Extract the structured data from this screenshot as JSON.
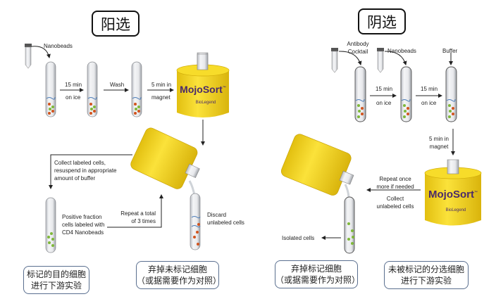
{
  "positive_selection": {
    "title": "阳选",
    "labels": {
      "reagent": "Nanobeads",
      "step1_line1": "15 min",
      "step1_line2": "on ice",
      "step2": "Wash",
      "step3_line1": "5 min in",
      "step3_line2": "magnet",
      "collect_line1": "Collect labeled cells,",
      "collect_line2": "resuspend in appropriate",
      "collect_line3": "amount of buffer",
      "positive_line1": "Positive fraction",
      "positive_line2": "cells labeled with",
      "positive_line3": "CD4 Nanobeads",
      "repeat_line1": "Repeat a total",
      "repeat_line2": "of 3 times",
      "discard_line1": "Discard",
      "discard_line2": "unlabeled cells"
    },
    "notes": [
      {
        "line1": "标记的目的细胞",
        "line2": "进行下游实验"
      },
      {
        "line1": "弃掉未标记细胞",
        "line2": "（或据需要作为对照）"
      }
    ]
  },
  "negative_selection": {
    "title": "阴选",
    "labels": {
      "reagent1_line1": "Antibody",
      "reagent1_line2": "Cocktail",
      "reagent2": "Nanobeads",
      "reagent3": "Buffer",
      "step1_line1": "15 min",
      "step1_line2": "on ice",
      "step2_line1": "15 min",
      "step2_line2": "on ice",
      "step3_line1": "5 min in",
      "step3_line2": "magnet",
      "repeat_line1": "Repeat once",
      "repeat_line2": "more if needed",
      "collect_line1": "Collect",
      "collect_line2": "unlabeled cells",
      "isolated": "Isolated cells"
    },
    "notes": [
      {
        "line1": "弃掉标记细胞",
        "line2": "（或据需要作为对照）"
      },
      {
        "line1": "未被标记的分选细胞",
        "line2": "进行下游实验"
      }
    ]
  },
  "magnet": {
    "brand": "MojoSort",
    "trademark": "™",
    "maker": "BioLegend",
    "color": "#f2d21c"
  },
  "colors": {
    "labeled_bead": "#d2541e",
    "unlabeled_cell": "#7fb83a",
    "antibody": "#4a7bb7",
    "note_border": "#5a6f8f"
  }
}
